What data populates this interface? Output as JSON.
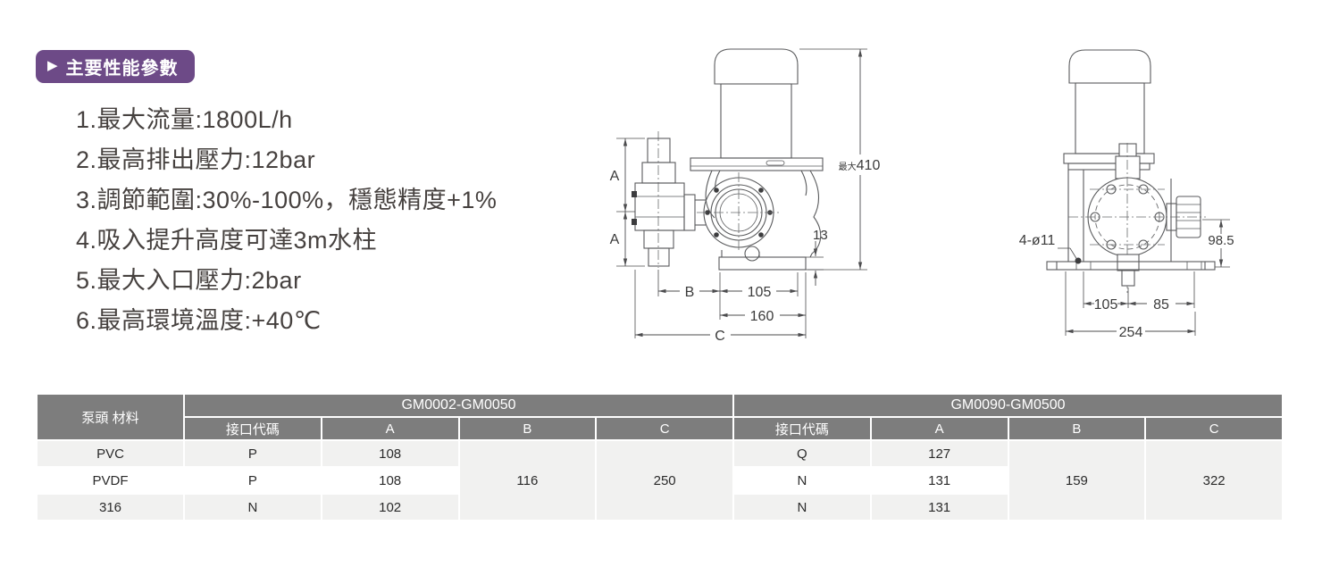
{
  "colors": {
    "accent_purple": "#6d4a87",
    "table_header_gray": "#7d7d7d",
    "row_stripe_gray": "#f1f1f0",
    "drawing_line_gray": "#595a5c"
  },
  "section": {
    "icon": "▶",
    "title": "主要性能參數"
  },
  "specs": [
    "1.最大流量:1800L/h",
    "2.最高排出壓力:12bar",
    "3.調節範圍:30%-100%，穩態精度+1%",
    "4.吸入提升高度可達3m水柱",
    "5.最大入口壓力:2bar",
    "6.最高環境溫度:+40℃"
  ],
  "drawings": {
    "left": {
      "dims": {
        "max_height_prefix": "最大",
        "max_height_value": "410",
        "a_upper": "A",
        "a_lower": "A",
        "b": "B",
        "d105": "105",
        "d160": "160",
        "c": "C",
        "d13": "13"
      }
    },
    "right": {
      "dims": {
        "holes": "4-ø11",
        "d985": "98.5",
        "d105": "105",
        "d85": "85",
        "d254": "254"
      }
    }
  },
  "table": {
    "corner_header": "泵頭 材料",
    "groups": [
      {
        "label": "GM0002-GM0050"
      },
      {
        "label": "GM0090-GM0500"
      }
    ],
    "sub_headers": [
      "接口代碼",
      "A",
      "B",
      "C"
    ],
    "rows": [
      {
        "material": "PVC",
        "g1": {
          "code": "P",
          "a": "108"
        },
        "g2": {
          "code": "Q",
          "a": "127"
        }
      },
      {
        "material": "PVDF",
        "g1": {
          "code": "P",
          "a": "108"
        },
        "g2": {
          "code": "N",
          "a": "131"
        }
      },
      {
        "material": "316",
        "g1": {
          "code": "N",
          "a": "102"
        },
        "g2": {
          "code": "N",
          "a": "131"
        }
      }
    ],
    "merged": {
      "g1_b": "116",
      "g1_c": "250",
      "g2_b": "159",
      "g2_c": "322"
    }
  }
}
